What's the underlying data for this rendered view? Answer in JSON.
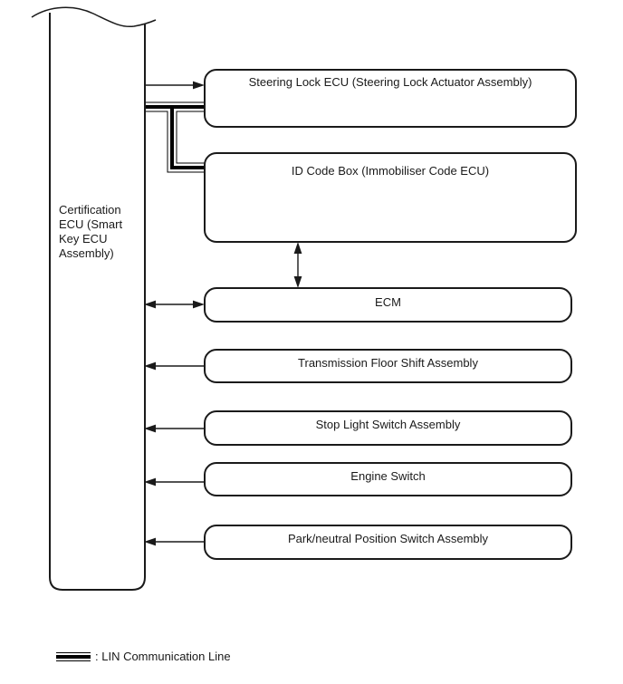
{
  "diagram": {
    "title_implicit": "Smart key / immobiliser ECU communication diagram",
    "left_box": {
      "label": "Certification\nECU (Smart\nKey ECU\nAssembly)"
    },
    "boxes": [
      {
        "id": "steering-lock-ecu",
        "label": "Steering Lock ECU (Steering Lock Actuator Assembly)"
      },
      {
        "id": "id-code-box",
        "label": "ID Code Box (Immobiliser Code ECU)"
      },
      {
        "id": "ecm",
        "label": "ECM"
      },
      {
        "id": "transmission-floor-shift",
        "label": "Transmission Floor Shift Assembly"
      },
      {
        "id": "stop-light-switch",
        "label": "Stop Light Switch Assembly"
      },
      {
        "id": "engine-switch",
        "label": "Engine Switch"
      },
      {
        "id": "park-neutral-switch",
        "label": "Park/neutral Position Switch Assembly"
      }
    ],
    "connections": [
      {
        "from": "certification-ecu",
        "to": "steering-lock-ecu",
        "type": "arrow-right"
      },
      {
        "from": "certification-ecu",
        "to": "steering-lock-ecu",
        "type": "lin-line"
      },
      {
        "from": "certification-ecu",
        "to": "id-code-box",
        "type": "lin-line"
      },
      {
        "from": "id-code-box",
        "to": "ecm",
        "type": "double-arrow"
      },
      {
        "from": "certification-ecu",
        "to": "ecm",
        "type": "double-arrow"
      },
      {
        "from": "transmission-floor-shift",
        "to": "certification-ecu",
        "type": "arrow-left"
      },
      {
        "from": "stop-light-switch",
        "to": "certification-ecu",
        "type": "arrow-left"
      },
      {
        "from": "engine-switch",
        "to": "certification-ecu",
        "type": "arrow-left"
      },
      {
        "from": "park-neutral-switch",
        "to": "certification-ecu",
        "type": "arrow-left"
      }
    ],
    "legend": {
      "label": ": LIN Communication Line"
    },
    "colors": {
      "line": "#1a1a1a",
      "lin_thick": "#000000",
      "background": "#ffffff"
    }
  }
}
